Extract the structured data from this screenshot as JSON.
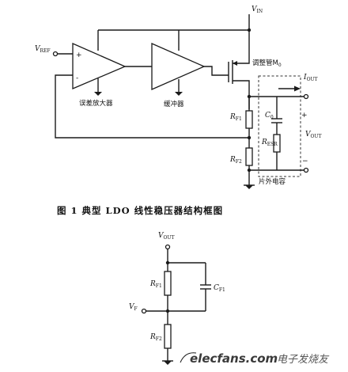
{
  "figure1": {
    "vin": "V",
    "vin_sub": "IN",
    "vref": "V",
    "vref_sub": "REF",
    "plus": "+",
    "minus": "-",
    "error_amp": "误差放大器",
    "buffer": "缓冲器",
    "pass_fet": "调整管M",
    "pass_fet_sub": "0",
    "iout": "I",
    "iout_sub": "OUT",
    "rf1": "R",
    "rf1_sub": "F1",
    "rf2": "R",
    "rf2_sub": "F2",
    "c0": "C",
    "c0_sub": "0",
    "resr": "R",
    "resr_sub": "ESR",
    "vout": "V",
    "vout_sub": "OUT",
    "out_plus": "+",
    "out_minus": "−",
    "offchip_cap": "片外电容",
    "caption": "图 1   典型 LDO 线性稳压器结构框图"
  },
  "figure2": {
    "vout": "V",
    "vout_sub": "OUT",
    "rf1": "R",
    "rf1_sub": "F1",
    "cf1": "C",
    "cf1_sub": "F1",
    "vf": "V",
    "vf_sub": "F",
    "rf2": "R",
    "rf2_sub": "F2"
  },
  "watermark": {
    "site": "elecfans.com",
    "cn": "电子发烧友"
  }
}
